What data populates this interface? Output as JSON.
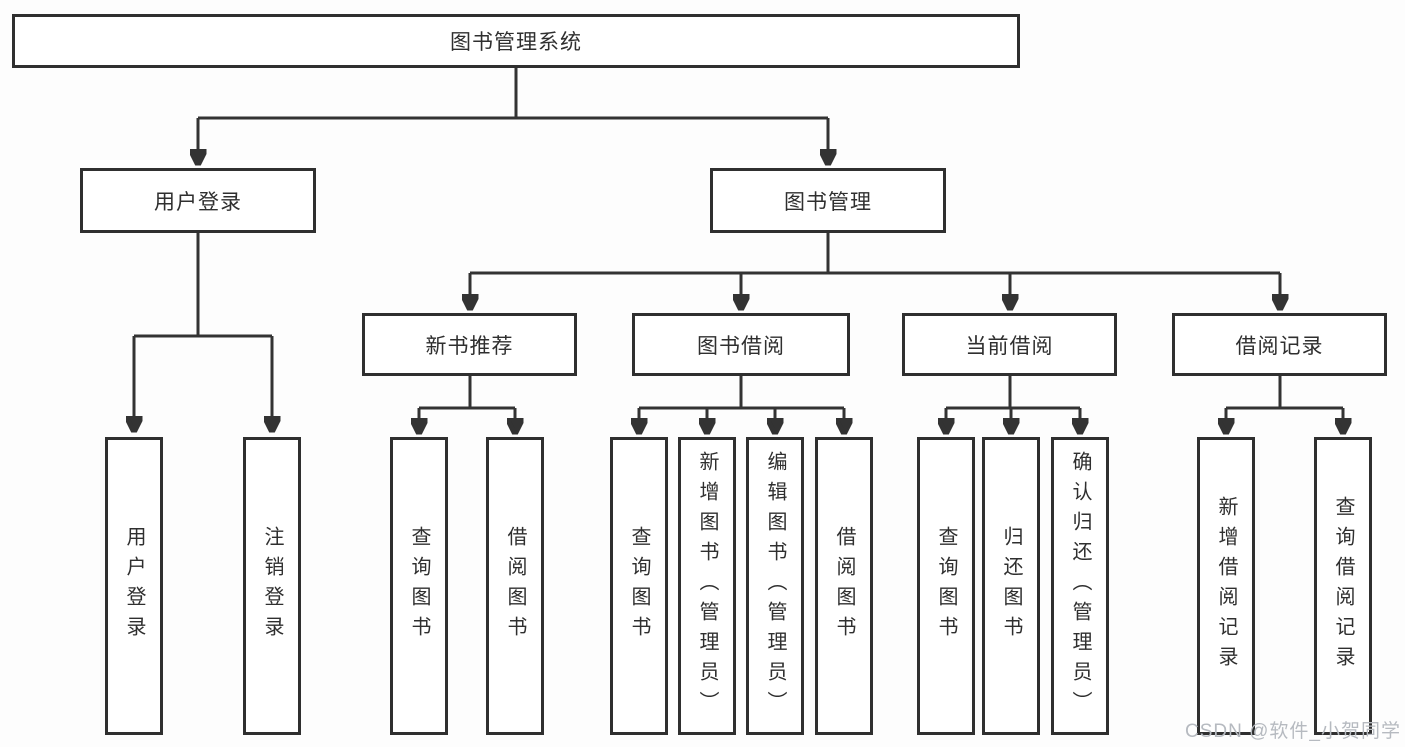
{
  "diagram": {
    "root": {
      "label": "图书管理系统"
    },
    "level2": [
      {
        "label": "用户登录",
        "children": [
          {
            "label": "用户登录"
          },
          {
            "label": "注销登录"
          }
        ]
      },
      {
        "label": "图书管理",
        "children": [
          {
            "label": "新书推荐",
            "children": [
              {
                "label": "查询图书"
              },
              {
                "label": "借阅图书"
              }
            ]
          },
          {
            "label": "图书借阅",
            "children": [
              {
                "label": "查询图书"
              },
              {
                "label": "新增图书（管理员）"
              },
              {
                "label": "编辑图书（管理员）"
              },
              {
                "label": "借阅图书"
              }
            ]
          },
          {
            "label": "当前借阅",
            "children": [
              {
                "label": "查询图书"
              },
              {
                "label": "归还图书"
              },
              {
                "label": "确认归还（管理员）"
              }
            ]
          },
          {
            "label": "借阅记录",
            "children": [
              {
                "label": "新增借阅记录"
              },
              {
                "label": "查询借阅记录"
              }
            ]
          }
        ]
      }
    ],
    "watermark": "CSDN @软件_小贺同学"
  },
  "colors": {
    "line": "#333333",
    "box_border": "#2f2f2f",
    "box_fill": "#ffffff",
    "text": "#2f2f2f",
    "watermark": "#b6bac0"
  }
}
